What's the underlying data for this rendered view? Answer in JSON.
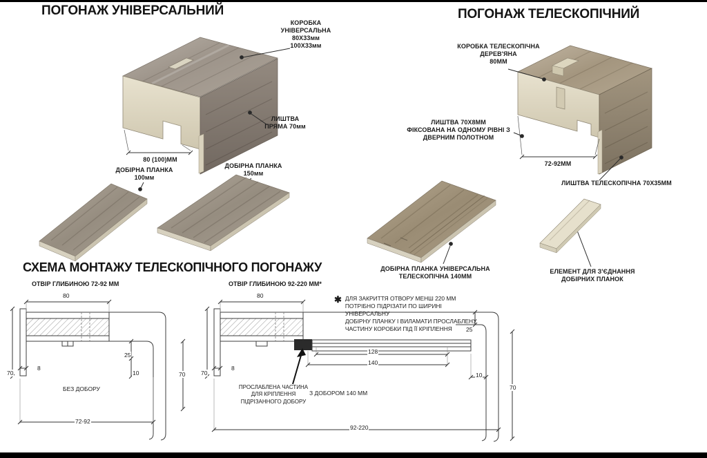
{
  "universal": {
    "title": "ПОГОНАЖ УНІВЕРСАЛЬНИЙ",
    "box_label_l1": "КОРОБКА",
    "box_label_l2": "УНІВЕРСАЛЬНА",
    "box_label_l3": "80Х33мм",
    "box_label_l4": "100Х33мм",
    "casing_label_l1": "ЛИШТВА",
    "casing_label_l2": "ПРЯМА 70мм",
    "width_dim": "80 (100)ММ",
    "plank100_l1": "ДОБІРНА ПЛАНКА",
    "plank100_l2": "100мм",
    "plank150_l1": "ДОБІРНА ПЛАНКА",
    "plank150_l2": "150мм"
  },
  "telescopic": {
    "title": "ПОГОНАЖ ТЕЛЕСКОПІЧНИЙ",
    "box_label_l1": "КОРОБКА ТЕЛЕСКОПІЧНА",
    "box_label_l2": "ДЕРЕВ'ЯНА",
    "box_label_l3": "80ММ",
    "casing_fixed_l1": "ЛИШТВА 70Х8ММ",
    "casing_fixed_l2": "ФІКСОВАНА НА ОДНОМУ РІВНІ З",
    "casing_fixed_l3": "ДВЕРНИМ ПОЛОТНОМ",
    "depth_dim": "72-92ММ",
    "casing_tel_label": "ЛИШТВА ТЕЛЕСКОПІЧНА 70Х35ММ",
    "plank_label_l1": "ДОБІРНА ПЛАНКА УНІВЕРСАЛЬНА",
    "plank_label_l2": "ТЕЛЕСКОПІЧНА 140ММ",
    "connector_l1": "ЕЛЕМЕНТ ДЛЯ З'ЄДНАННЯ",
    "connector_l2": "ДОБІРНИХ ПЛАНОК"
  },
  "scheme": {
    "title": "СХЕМА МОНТАЖУ ТЕЛЕСКОПІЧНОГО ПОГОНАЖУ",
    "left": {
      "caption": "ОТВІР ГЛИБИНОЮ 72-92 ММ",
      "dim_top": "80",
      "dim_8": "8",
      "dim_25": "25",
      "dim_10": "10",
      "dim_70_left": "70",
      "dim_70_right": "70",
      "dim_bottom": "72-92",
      "label": "БЕЗ ДОБОРУ"
    },
    "right": {
      "caption": "ОТВІР ГЛИБИНОЮ 92-220 ММ*",
      "dim_top": "80",
      "dim_8": "8",
      "dim_70_left": "70",
      "dim_25": "25",
      "dim_128": "128",
      "dim_140": "140",
      "dim_10": "10",
      "dim_70_right": "70",
      "dim_bottom": "92-220",
      "label": "З ДОБОРОМ 140 ММ",
      "callout_l1": "ПРОСЛАБЛЕНА ЧАСТИНА",
      "callout_l2": "ДЛЯ КРІПЛЕННЯ",
      "callout_l3": "ПІДРІЗАННОГО ДОБОРУ"
    },
    "note_star": "✱",
    "note_l1": "ДЛЯ ЗАКРИТТЯ ОТВОРУ МЕНШ 220 ММ",
    "note_l2": "ПОТРІБНО ПІДРІЗАТИ ПО ШИРИНІ УНІВЕРСАЛЬНУ",
    "note_l3": "ДОБІРНУ ПЛАНКУ І ВИЛАМАТИ ПРОСЛАБЛЕНУ",
    "note_l4": "ЧАСТИНУ КОРОБКИ ПІД ЇЇ КРІПЛЕННЯ"
  }
}
